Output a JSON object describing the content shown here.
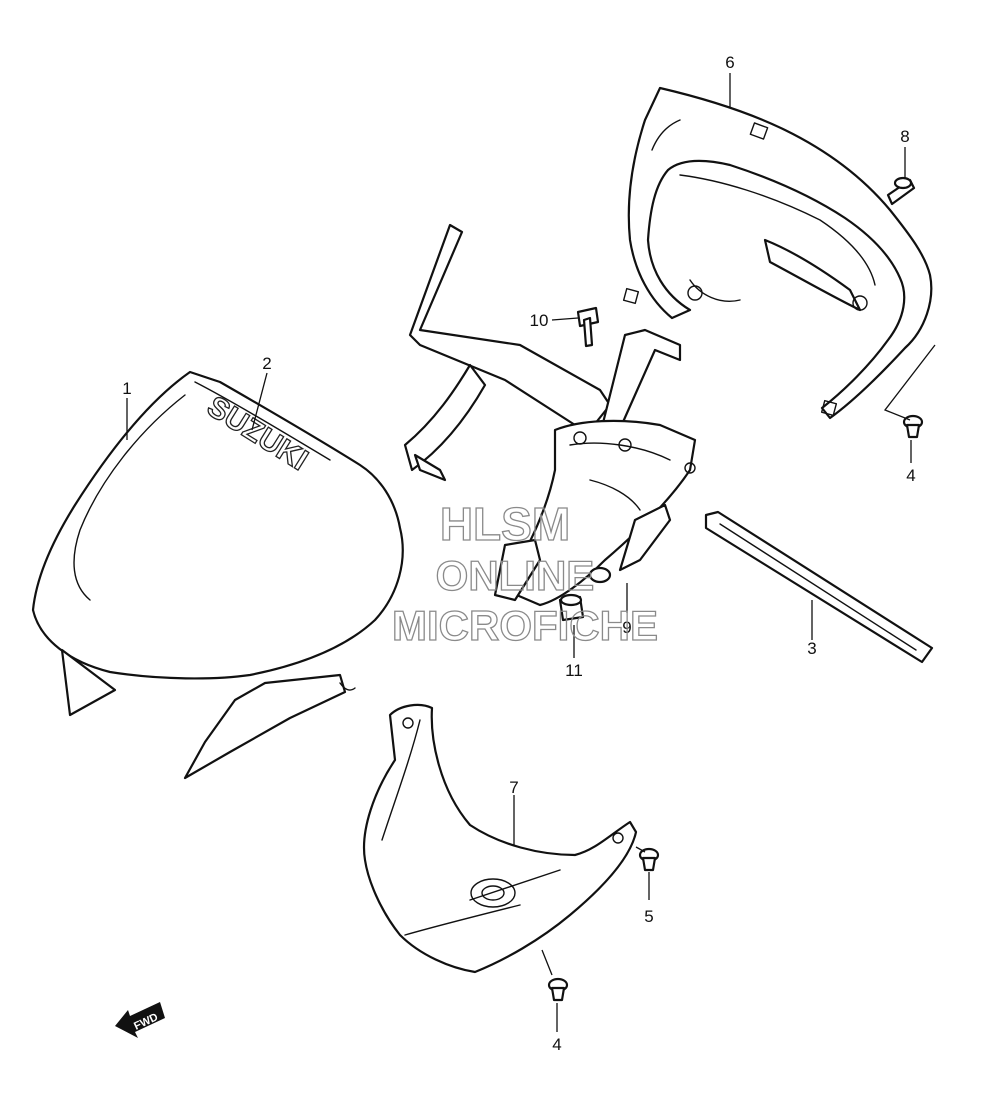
{
  "diagram": {
    "callouts": [
      {
        "id": "1",
        "label": "1"
      },
      {
        "id": "2",
        "label": "2"
      },
      {
        "id": "3",
        "label": "3"
      },
      {
        "id": "4a",
        "label": "4"
      },
      {
        "id": "4b",
        "label": "4"
      },
      {
        "id": "5",
        "label": "5"
      },
      {
        "id": "6",
        "label": "6"
      },
      {
        "id": "7",
        "label": "7"
      },
      {
        "id": "8",
        "label": "8"
      },
      {
        "id": "9",
        "label": "9"
      },
      {
        "id": "10",
        "label": "10"
      },
      {
        "id": "11",
        "label": "11"
      }
    ],
    "brand_logo": "SUZUKI",
    "fwd_arrow": "FWD",
    "watermark": {
      "line1": "HLSM",
      "line2": "ONLINE",
      "line3": "MICROFICHE"
    },
    "line_color": "#111111",
    "watermark_color": "#8a8a8a"
  }
}
